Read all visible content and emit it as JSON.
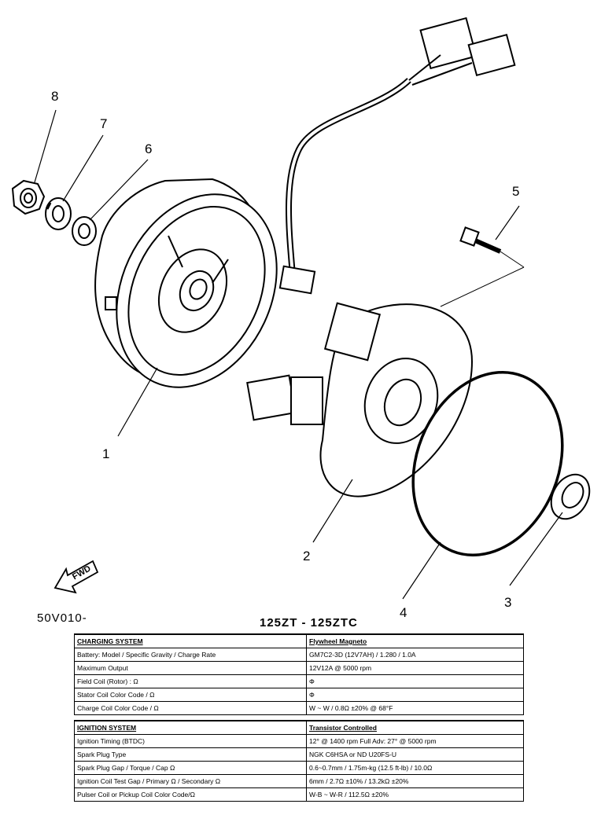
{
  "callouts": [
    {
      "id": "1",
      "label": "1"
    },
    {
      "id": "2",
      "label": "2"
    },
    {
      "id": "3",
      "label": "3"
    },
    {
      "id": "4",
      "label": "4"
    },
    {
      "id": "5",
      "label": "5"
    },
    {
      "id": "6",
      "label": "6"
    },
    {
      "id": "7",
      "label": "7"
    },
    {
      "id": "8",
      "label": "8"
    }
  ],
  "fwd_label": "FWD",
  "drawing_code": "50V010-",
  "model_title": "125ZT - 125ZTC",
  "charging": {
    "header": [
      "CHARGING SYSTEM",
      "Flywheel Magneto"
    ],
    "rows": [
      [
        "Battery: Model / Specific Gravity / Charge Rate",
        "GM7C2-3D (12V7AH) / 1.280 / 1.0A"
      ],
      [
        "Maximum Output",
        "12V12A @ 5000 rpm"
      ],
      [
        "Field Coil (Rotor) : Ω",
        "Φ"
      ],
      [
        "Stator Coil Color Code / Ω",
        "Φ"
      ],
      [
        "Charge Coil Color Code / Ω",
        "W ~ W / 0.8Ω ±20% @ 68°F"
      ]
    ]
  },
  "ignition": {
    "header": [
      "IGNITION SYSTEM",
      "Transistor Controlled"
    ],
    "rows": [
      [
        "Ignition Timing (BTDC)",
        "12° @ 1400 rpm    Full Adv: 27° @ 5000 rpm"
      ],
      [
        "Spark Plug Type",
        "NGK C6HSA or ND U20FS-U"
      ],
      [
        "Spark Plug Gap / Torque / Cap Ω",
        "0.6~0.7mm / 1.75m-kg (12.5 ft-lb) / 10.0Ω"
      ],
      [
        "Ignition Coil Test Gap / Primary Ω / Secondary Ω",
        "6mm / 2.7Ω ±10% / 13.2kΩ ±20%"
      ],
      [
        "Pulser Coil or Pickup Coil Color Code/Ω",
        "W-B ~ W-R / 112.5Ω ±20%"
      ]
    ]
  }
}
